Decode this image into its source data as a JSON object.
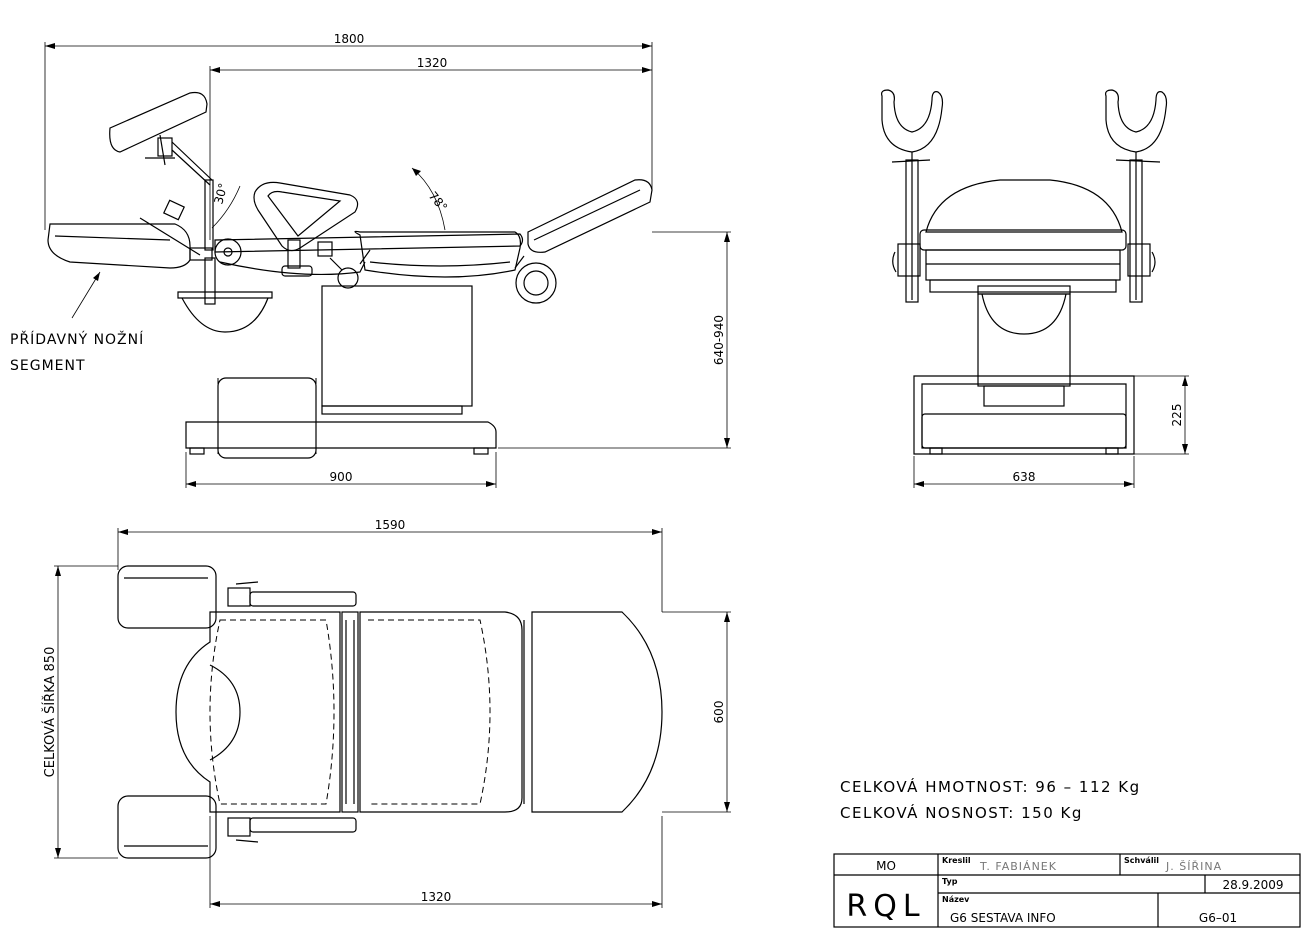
{
  "side_view": {
    "dim_total_length": "1800",
    "dim_seat_length": "1320",
    "dim_base_length": "900",
    "dim_height_range": "640-940",
    "angle_leg": "30°",
    "angle_back": "78°",
    "callout_line1": "PŘÍDAVNÝ NOŽNÍ",
    "callout_line2": "SEGMENT"
  },
  "front_view": {
    "dim_width": "638",
    "dim_base_height": "225"
  },
  "top_view": {
    "dim_total_length": "1590",
    "dim_seat_length": "1320",
    "dim_width": "600",
    "dim_total_width": "CELKOVÁ ŠÍŘKA 850"
  },
  "notes": {
    "weight": "CELKOVÁ HMOTNOST: 96 – 112 Kg",
    "capacity": "CELKOVÁ NOSNOST: 150 Kg"
  },
  "title_block": {
    "mo_label": "MO",
    "drawn_label": "Kreslil",
    "drawn_by": "T. FABIÁNEK",
    "approved_label": "Schválil",
    "approved_by": "J. ŠÍŘINA",
    "type_label": "Typ",
    "date": "28.9.2009",
    "name_label": "Název",
    "name": "G6 SESTAVA INFO",
    "drawing_no": "G6–01",
    "logo": "RQL"
  }
}
